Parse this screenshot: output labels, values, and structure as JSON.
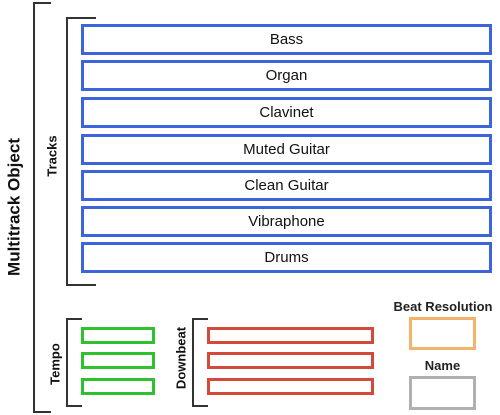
{
  "diagram": {
    "title": "Multitrack Object",
    "tracks_label": "Tracks",
    "tracks": [
      {
        "label": "Bass"
      },
      {
        "label": "Organ"
      },
      {
        "label": "Clavinet"
      },
      {
        "label": "Muted Guitar"
      },
      {
        "label": "Clean Guitar"
      },
      {
        "label": "Vibraphone"
      },
      {
        "label": "Drums"
      }
    ],
    "tempo_label": "Tempo",
    "downbeat_label": "Downbeat",
    "beat_resolution_label": "Beat Resolution",
    "name_label": "Name",
    "colors": {
      "tracks": "#3c65db",
      "tempo": "#2ec22e",
      "downbeat": "#d34a3a",
      "beat_resolution": "#f3b36c",
      "name": "#b0b0b0",
      "bracket": "#333333"
    }
  }
}
